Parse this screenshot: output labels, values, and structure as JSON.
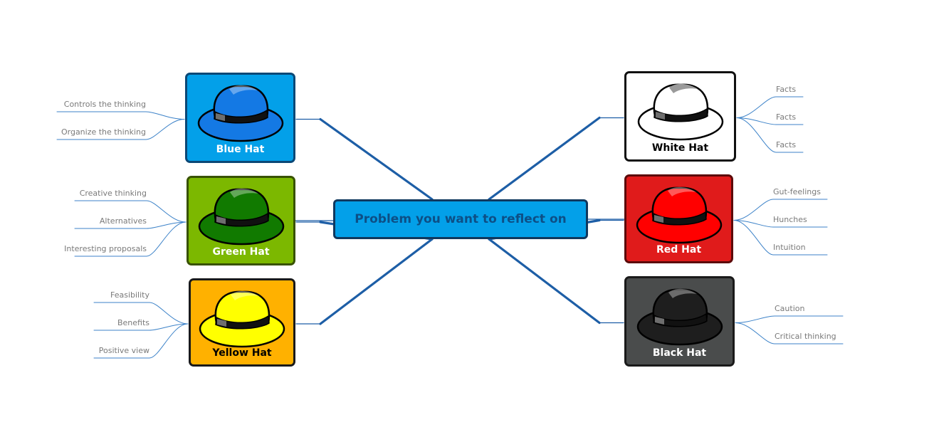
{
  "central": {
    "label": "Problem you want to reflect on"
  },
  "colors": {
    "connector": "#1d5ea6",
    "leaf_line": "#3c82c8",
    "central_fill": "#03a0e9"
  },
  "hats": [
    {
      "id": "blue",
      "label": "Blue Hat",
      "box_color": "#03a0e9",
      "border_color": "#0b4876",
      "hat_color": "#1479e4",
      "text_color": "#ffffff",
      "icon": "fedora-hat-icon",
      "branches": [
        "Controls the thinking",
        "Organize the thinking"
      ]
    },
    {
      "id": "green",
      "label": "Green Hat",
      "box_color": "#7cb800",
      "border_color": "#385200",
      "hat_color": "#117a00",
      "text_color": "#ffffff",
      "icon": "fedora-hat-icon",
      "branches": [
        "Creative thinking",
        "Alternatives",
        "Interesting proposals"
      ]
    },
    {
      "id": "yellow",
      "label": "Yellow Hat",
      "box_color": "#ffb100",
      "border_color": "#1a1a1a",
      "hat_color": "#ffff00",
      "text_color": "#000000",
      "icon": "fedora-hat-icon",
      "branches": [
        "Feasibility",
        "Benefits",
        "Positive view"
      ]
    },
    {
      "id": "white",
      "label": "White Hat",
      "box_color": "#ffffff",
      "border_color": "#111111",
      "hat_color": "#ffffff",
      "text_color": "#000000",
      "icon": "fedora-hat-icon",
      "branches": [
        "Facts",
        "Facts",
        "Facts"
      ]
    },
    {
      "id": "red",
      "label": "Red Hat",
      "box_color": "#e01b1b",
      "border_color": "#5c0a0a",
      "hat_color": "#ff0000",
      "text_color": "#ffffff",
      "icon": "fedora-hat-icon",
      "branches": [
        "Gut-feelings",
        "Hunches",
        "Intuition"
      ]
    },
    {
      "id": "black",
      "label": "Black Hat",
      "box_color": "#4a4c4c",
      "border_color": "#1a1a1a",
      "hat_color": "#1e1e1e",
      "text_color": "#ffffff",
      "icon": "fedora-hat-icon",
      "branches": [
        "Caution",
        "Critical thinking"
      ]
    }
  ]
}
